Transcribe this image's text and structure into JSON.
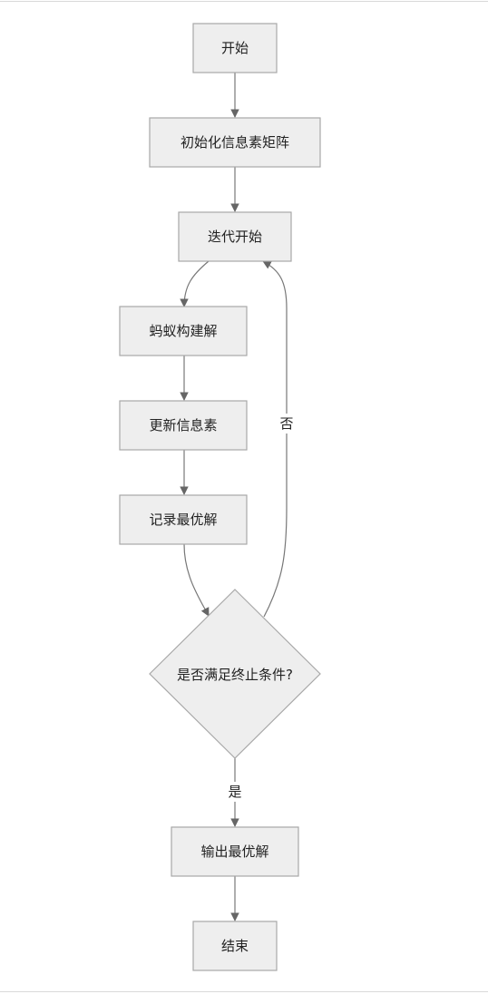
{
  "nodes": {
    "start": "开始",
    "init": "初始化信息素矩阵",
    "iter_start": "迭代开始",
    "ant_build": "蚂蚁构建解",
    "update_pheromone": "更新信息素",
    "record_best": "记录最优解",
    "decision": "是否满足终止条件?",
    "output_best": "输出最优解",
    "end": "结束"
  },
  "edges": {
    "no_label": "否",
    "yes_label": "是"
  }
}
